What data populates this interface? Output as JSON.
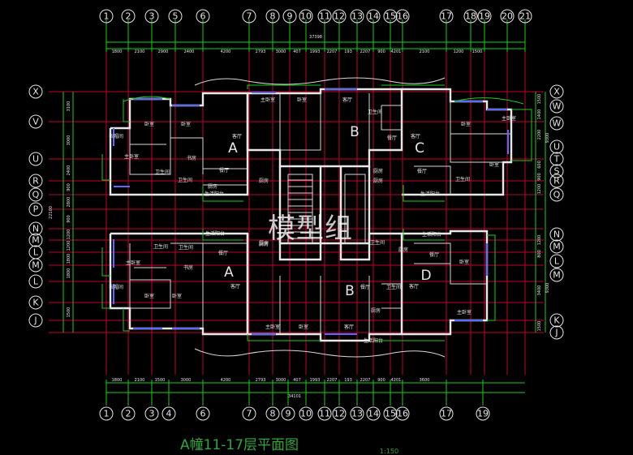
{
  "drawing": {
    "title": "A幢11-17层平面图",
    "scale": "1:150",
    "watermark": "模型组"
  },
  "axes_columns": [
    "1",
    "2",
    "3",
    "5",
    "6",
    "7",
    "8",
    "9",
    "10",
    "11",
    "12",
    "13",
    "14",
    "15",
    "16",
    "17",
    "18",
    "19",
    "20",
    "21"
  ],
  "axes_columns_bottom": [
    "1",
    "2",
    "3",
    "4",
    "6",
    "7",
    "8",
    "9",
    "10",
    "11",
    "12",
    "13",
    "14",
    "15",
    "16",
    "17",
    "19"
  ],
  "axes_rows_left": [
    "X",
    "V",
    "U",
    "R",
    "Q",
    "P",
    "N",
    "M",
    "L",
    "M",
    "L",
    "K",
    "J"
  ],
  "axes_rows_right": [
    "X",
    "W",
    "W",
    "U",
    "T",
    "S",
    "R",
    "Q",
    "N",
    "M",
    "L",
    "M",
    "K",
    "J"
  ],
  "dimensions_top": [
    "1800",
    "2100",
    "2900",
    "2400",
    "4200",
    "2793",
    "3000",
    "407",
    "1993",
    "2207",
    "193",
    "2207",
    "900",
    "4201",
    "2100",
    "1200",
    "1500"
  ],
  "dimensions_top_total": "37398",
  "dimensions_bottom": [
    "1800",
    "2100",
    "1500",
    "3000",
    "4200",
    "2793",
    "3000",
    "407",
    "1993",
    "2207",
    "193",
    "2207",
    "900",
    "4201",
    "3600"
  ],
  "dimensions_bottom_total": "34101",
  "dimensions_left": [
    "3100",
    "3000",
    "2400",
    "900",
    "2800",
    "900",
    "1200",
    "1200",
    "1800",
    "1800",
    "1500"
  ],
  "dimensions_left_total": "22100",
  "dimensions_right": [
    "1500",
    "1400",
    "2200",
    "600",
    "900",
    "1200",
    "1200",
    "800",
    "3400",
    "1500"
  ],
  "dimensions_right_total_top": "9300",
  "dimensions_right_total_bottom": "9300",
  "units": [
    "A",
    "B",
    "C",
    "A",
    "B",
    "D"
  ],
  "rooms": {
    "top_left": [
      "卧室",
      "卧室",
      "客厅",
      "主卧室",
      "卫生间",
      "餐厅",
      "书房",
      "厨房",
      "卫生间",
      "生活阳台",
      "衣帽间"
    ],
    "top_mid": [
      "主卧室",
      "卧室",
      "客厅",
      "厨房",
      "卫生间",
      "餐厅",
      "厨房"
    ],
    "top_right": [
      "卧室",
      "主卧室",
      "客厅",
      "卫生间",
      "卧室",
      "餐厅",
      "厨房",
      "生活阳台"
    ],
    "bottom_left": [
      "生活阳台",
      "卫生间",
      "卫生间",
      "主卧室",
      "书房",
      "餐厅",
      "卧室",
      "卧室",
      "客厅",
      "衣帽间",
      "厨房"
    ],
    "bottom_mid": [
      "厨房",
      "卫生间",
      "餐厅",
      "主卧室",
      "卧室",
      "客厅",
      "卫生间",
      "厨房",
      "生活阳台"
    ],
    "bottom_right": [
      "生活阳台",
      "餐厅",
      "卧室",
      "客厅",
      "主卧室",
      "厨房"
    ]
  }
}
